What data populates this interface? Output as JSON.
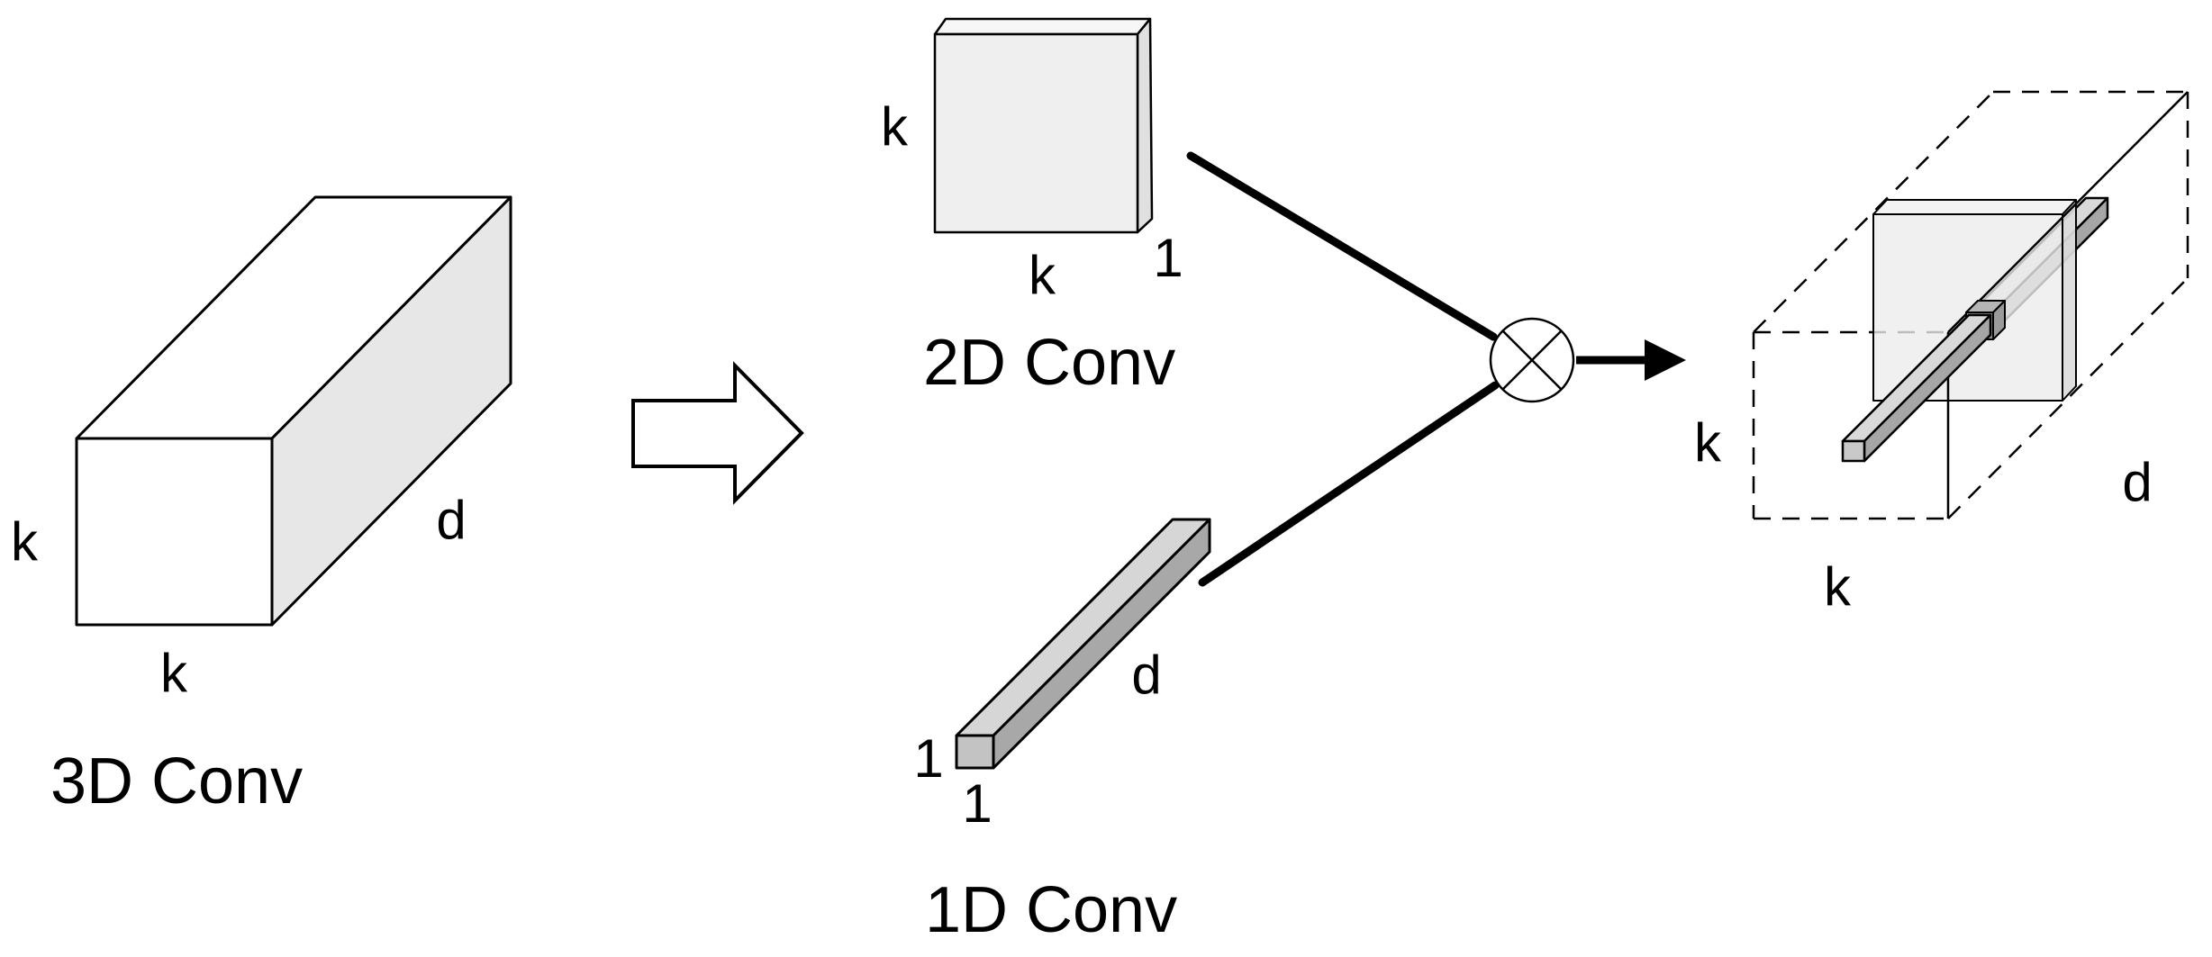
{
  "diagram": {
    "description": "3D convolution decomposed into a 2D convolution and a 1D convolution combined by a tensor product",
    "left_figure": {
      "title": "3D Conv",
      "height_label": "k",
      "width_label": "k",
      "depth_label": "d"
    },
    "conv2d": {
      "title": "2D Conv",
      "height_label": "k",
      "width_label": "k",
      "depth_label": "1"
    },
    "conv1d": {
      "title": "1D Conv",
      "height_label": "1",
      "width_label": "1",
      "depth_label": "d"
    },
    "result": {
      "height_label": "k",
      "width_label": "k",
      "depth_label": "d"
    },
    "operator": {
      "name": "tensor-product"
    },
    "colors": {
      "outline": "#000000",
      "box_side": "#e7e7e7",
      "slab_front": "#efefef",
      "slab_side": "#e0e0e0",
      "bar_top": "#d6d6d6",
      "bar_side": "#a8a8a8",
      "bar_cap": "#c3c3c3",
      "plane_front": "#ececec",
      "voxel_front": "#8f8f8f",
      "background": "#ffffff"
    }
  }
}
